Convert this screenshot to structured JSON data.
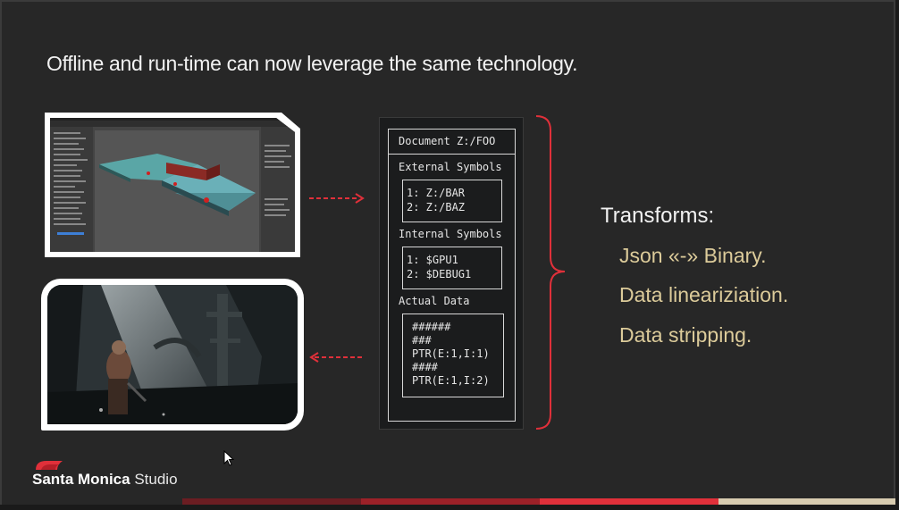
{
  "slide": {
    "title": "Offline and run-time can now leverage the same technology.",
    "document": {
      "header": "Document Z:/FOO",
      "external_label": "External Symbols",
      "external_items": [
        "1: Z:/BAR",
        "2: Z:/BAZ"
      ],
      "internal_label": "Internal Symbols",
      "internal_items": [
        "1: $GPU1",
        "2: $DEBUG1"
      ],
      "data_label": "Actual Data",
      "data_items": [
        "######",
        "###",
        "PTR(E:1,I:1)",
        "####",
        "PTR(E:1,I:2)"
      ]
    },
    "transforms": {
      "heading": "Transforms:",
      "items": [
        "Json «-» Binary.",
        "Data lineariziation.",
        "Data stripping."
      ]
    },
    "logo": {
      "bold": "Santa Monica",
      "light": "Studio"
    },
    "images": {
      "top": "editor-screenshot",
      "bottom": "game-screenshot"
    }
  },
  "colors": {
    "background": "#272727",
    "accent_red": "#e0303a",
    "transform_items": "#dccb9a",
    "bar_segments": [
      "#5a1a1e",
      "#8e2228",
      "#c9262f",
      "#e83540",
      "#d8ccb0"
    ]
  }
}
